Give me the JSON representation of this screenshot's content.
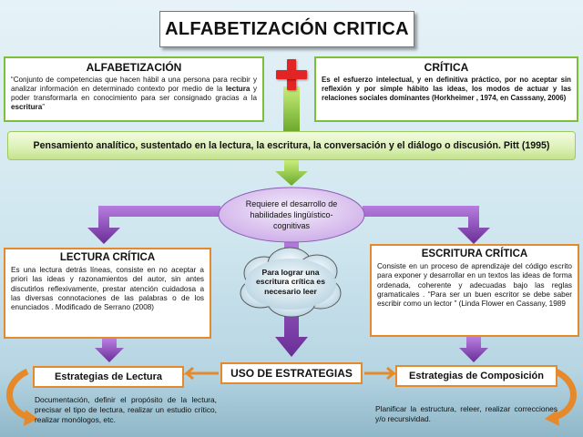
{
  "title": "ALFABETIZACIÓN CRITICA",
  "alfabetizacion": {
    "heading": "ALFABETIZACIÓN",
    "text_parts": [
      "“Conjunto de competencias que hacen hábil a una persona para recibir y analizar información en determinado contexto por medio de la ",
      "lectura",
      " y poder transformarla en conocimiento para ser consignado gracias a la ",
      "escritura",
      "”"
    ]
  },
  "plus_symbol": "+",
  "critica": {
    "heading": "CRÍTICA",
    "text": "Es el esfuerzo intelectual, y en definitiva práctico, por no aceptar sin reflexión y por simple hábito las ideas, los modos de actuar y las relaciones sociales dominantes (Horkheimer , 1974, en Casssany, 2006)"
  },
  "pensamiento": "Pensamiento analítico, sustentado en la lectura, la escritura, la conversación y el diálogo o discusión. Pitt (1995)",
  "requiere": "Requiere el desarrollo de habilidades lingüístico-cognitivas",
  "cloud": "Para lograr una escritura crítica es necesario leer",
  "lectura_critica": {
    "heading": "LECTURA CRÍTICA",
    "text": "Es una lectura detrás líneas, consiste en no aceptar a priori las ideas y razonamientos del autor, sin antes discutirlos reflexivamente, prestar atención cuidadosa a las diversas connotaciones de las palabras o de los enunciados . Modificado de Serrano (2008)"
  },
  "escritura_critica": {
    "heading": "ESCRITURA CRÍTICA",
    "text": "Consiste en un proceso de aprendizaje del código escrito para exponer y desarrollar en un textos las ideas de forma ordenada, coherente y adecuadas bajo las reglas gramaticales . “Para ser un buen escritor se debe saber escribir como un lector ” (Linda Flower en Cassany, 1989"
  },
  "uso_estrategias": "USO DE ESTRATEGIAS",
  "estrategias_lectura": {
    "label": "Estrategias de Lectura",
    "text": "Documentación, definir el propósito de la lectura, precisar el tipo de lectura, realizar un estudio crítico, realizar monólogos, etc."
  },
  "estrategias_composicion": {
    "label": "Estrategias de Composición",
    "text": "Planificar la estructura, releer, realizar correcciones y/o recursividad."
  },
  "colors": {
    "green": "#7cbf3a",
    "purple": "#7b3aa8",
    "orange": "#e6892a",
    "red": "#e32424"
  }
}
